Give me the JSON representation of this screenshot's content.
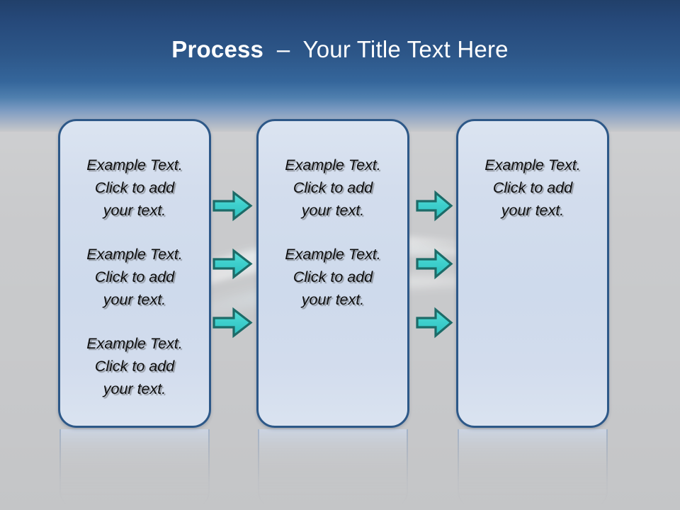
{
  "slide": {
    "title": {
      "strong": "Process",
      "rest": "  –  Your Title Text Here"
    },
    "theme": {
      "sky_top_color": "#21406a",
      "sky_mid_color": "#2d5789",
      "floor_color": "#c8c9cb",
      "box_border_color": "#2d5888",
      "box_fill_color": "#d3dded",
      "arrow_fill_color": "#3fd0cd",
      "arrow_stroke_color": "#1d6b68",
      "title_color": "#ffffff",
      "body_text_color": "#0d0d0d"
    },
    "boxes": [
      {
        "name": "process-box-1",
        "blocks": [
          "Example Text.\nClick  to add\nyour text.",
          "Example Text.\nClick  to add\nyour text.",
          "Example Text.\nClick  to add\nyour text."
        ]
      },
      {
        "name": "process-box-2",
        "blocks": [
          "Example Text.\nClick  to add\nyour text.",
          "Example Text.\nClick  to add\nyour text."
        ]
      },
      {
        "name": "process-box-3",
        "blocks": [
          "Example Text.\nClick  to add\nyour text."
        ]
      }
    ],
    "connectors": [
      {
        "name": "arrow-group-1",
        "count": 3,
        "direction": "right"
      },
      {
        "name": "arrow-group-2",
        "count": 3,
        "direction": "right"
      }
    ]
  }
}
